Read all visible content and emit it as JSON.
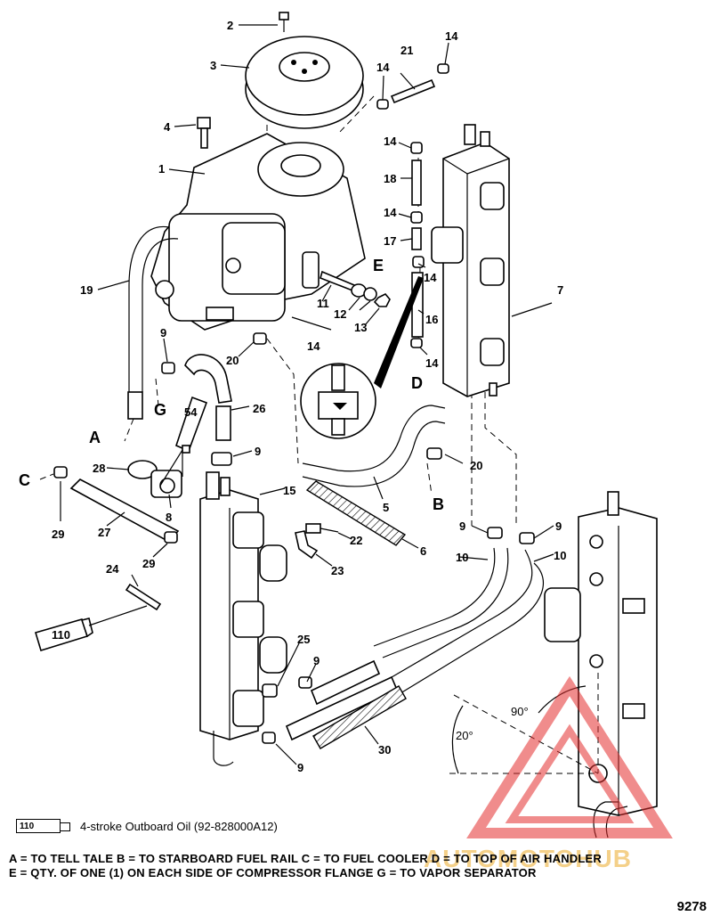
{
  "callouts": {
    "c2": "2",
    "c3": "3",
    "c4": "4",
    "c1": "1",
    "c21": "21",
    "c14a": "14",
    "c14b": "14",
    "c14c": "14",
    "c18": "18",
    "c14d": "14",
    "c17": "17",
    "c14e": "14",
    "c16": "16",
    "c14f": "14",
    "c7": "7",
    "c19": "19",
    "c11": "11",
    "c12": "12",
    "c13": "13",
    "c14g": "14",
    "c9a": "9",
    "c20a": "20",
    "c26": "26",
    "c54": "54",
    "c9b": "9",
    "c28": "28",
    "c8": "8",
    "c20b": "20",
    "c5": "5",
    "c15": "15",
    "c29a": "29",
    "c27": "27",
    "c29b": "29",
    "c22": "22",
    "c23": "23",
    "c6": "6",
    "c9c": "9",
    "c9d": "9",
    "c10a": "10",
    "c10b": "10",
    "c24": "24",
    "c110": "110",
    "c25": "25",
    "c9e": "9",
    "c30": "30",
    "c9f": "9"
  },
  "letters": {
    "E": "E",
    "D": "D",
    "G": "G",
    "A": "A",
    "C": "C",
    "B": "B"
  },
  "angles": {
    "a90": "90°",
    "a20": "20°"
  },
  "legend": {
    "tube_code": "110",
    "description": "4-stroke Outboard Oil (92-828000A12)"
  },
  "notes": {
    "line1": "A = TO TELL TALE    B = TO STARBOARD FUEL RAIL    C = TO FUEL COOLER    D = TO TOP OF AIR HANDLER",
    "line2": "E = QTY. OF ONE (1) ON EACH SIDE OF COMPRESSOR FLANGE    G = TO VAPOR SEPARATOR"
  },
  "figure_number": "9278",
  "watermark": {
    "text": "AUTOMOTOHUB",
    "color": "#e43030",
    "text_color": "#e6a428"
  }
}
